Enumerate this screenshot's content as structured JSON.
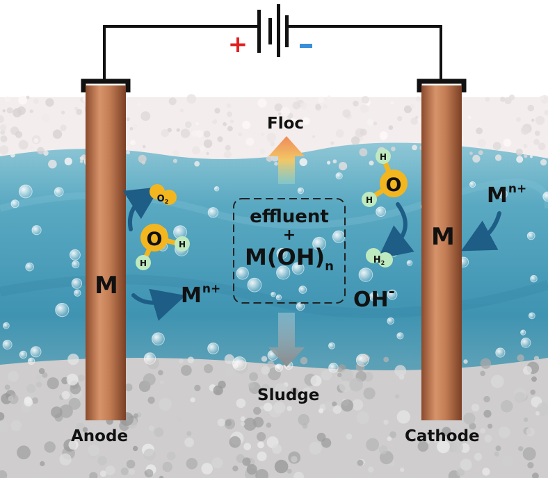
{
  "battery": {
    "positive_symbol": "+",
    "negative_symbol": "-",
    "positive_color": "#e02020",
    "negative_color": "#3b8fd9"
  },
  "electrodes": {
    "anode": {
      "label": "Anode",
      "symbol": "M"
    },
    "cathode": {
      "label": "Cathode",
      "symbol": "M"
    }
  },
  "ions": {
    "anode_ion": {
      "base": "M",
      "charge": "n+"
    },
    "cathode_ion": {
      "base": "M",
      "charge": "n+"
    },
    "hydroxide": {
      "base": "OH",
      "charge": "-"
    }
  },
  "molecules": {
    "oxygen": {
      "symbol": "O",
      "subscript": "2"
    },
    "hydrogen": {
      "symbol": "H",
      "subscript": "2"
    },
    "water_left": {
      "center": "O",
      "atom_a": "H",
      "atom_b": "H"
    },
    "water_right": {
      "center": "O",
      "atom_a": "H",
      "atom_b": "H"
    }
  },
  "center_box": {
    "line1": "effluent",
    "line2": "+",
    "line3_base": "M(OH)",
    "line3_sub": "n"
  },
  "arrows": {
    "up_label": "Floc",
    "down_label": "Sludge"
  },
  "colors": {
    "water": "#4fa3bf",
    "electrode": "#b86e45",
    "oxygen_atom": "#f3b61f",
    "hydrogen_atom": "#bfeac0",
    "curved_arrow": "#1d5d86"
  }
}
